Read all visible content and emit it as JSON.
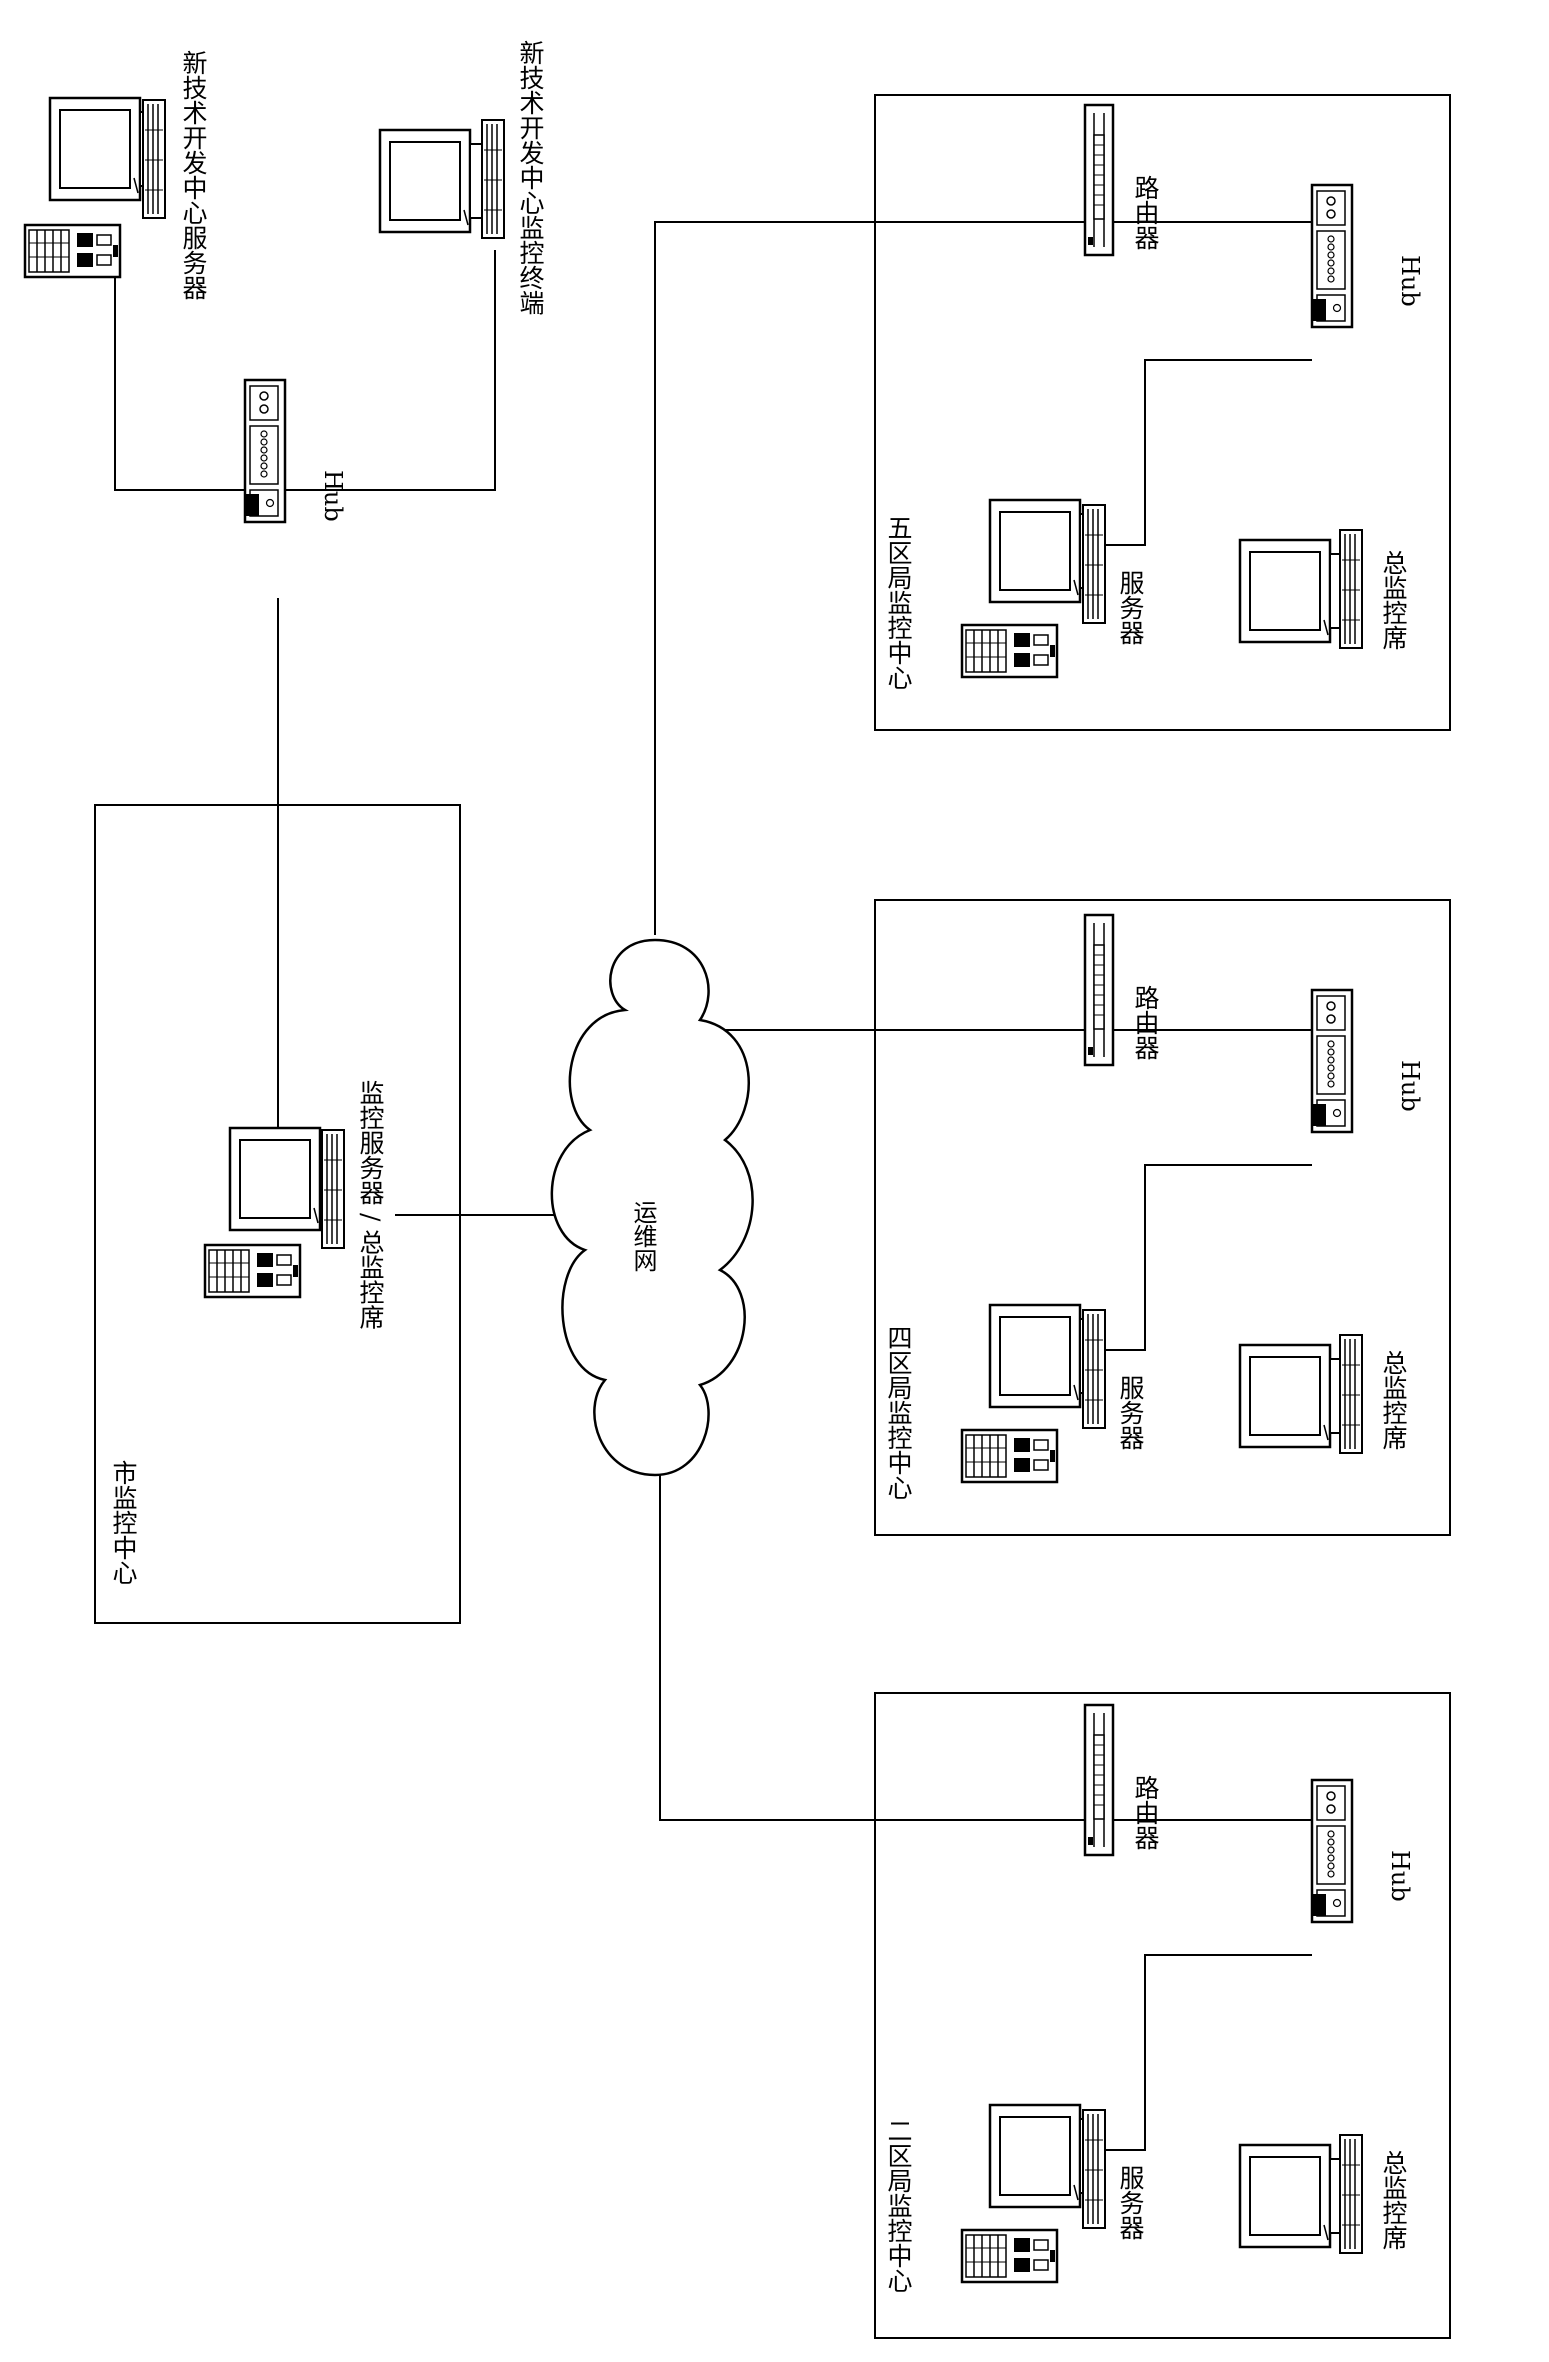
{
  "city_center": {
    "title": "市监控中心",
    "server_label": "监控服务器 / 总监控席"
  },
  "cloud": {
    "label": "运维网"
  },
  "newtech": {
    "server_label": "新技术开发中心服务器",
    "terminal_label": "新技术开发中心监控终端",
    "hub_label": "Hub"
  },
  "districts": [
    {
      "title": "五区局监控中心",
      "router_label": "路由器",
      "hub_label": "Hub",
      "server_label": "服务器",
      "console_label": "总监控席"
    },
    {
      "title": "四区局监控中心",
      "router_label": "路由器",
      "hub_label": "Hub",
      "server_label": "服务器",
      "console_label": "总监控席"
    },
    {
      "title": "二区局监控中心",
      "router_label": "路由器",
      "hub_label": "Hub",
      "server_label": "服务器",
      "console_label": "总监控席"
    }
  ],
  "colors": {
    "line": "#000000",
    "background": "#ffffff"
  }
}
